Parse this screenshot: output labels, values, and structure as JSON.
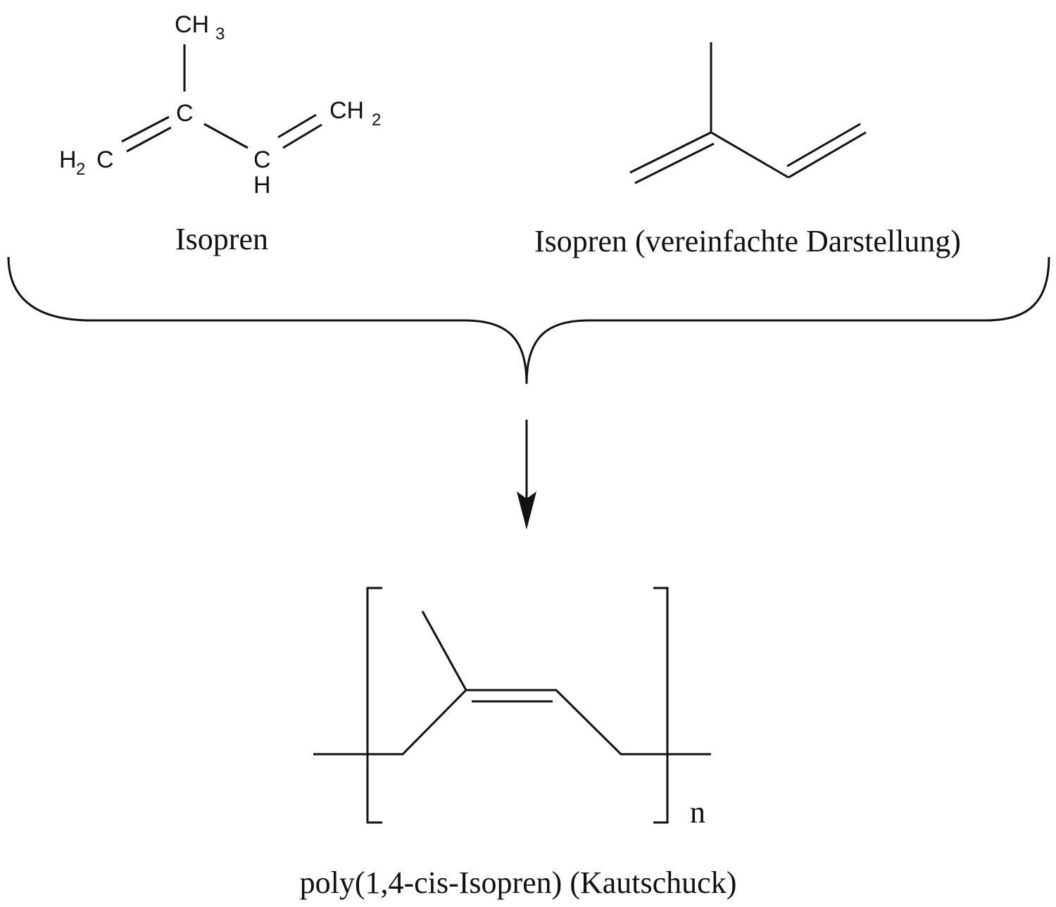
{
  "structures": {
    "isoprene_full": {
      "methyl": [
        "CH",
        "3"
      ],
      "center_c": "C",
      "left_ch2": [
        "H",
        "2",
        "C"
      ],
      "right_ch": "C",
      "right_h": "H",
      "right_ch2": [
        "CH",
        "2"
      ],
      "caption": "Isopren"
    },
    "isoprene_skeletal": {
      "caption": "Isopren (vereinfachte Darstellung)"
    },
    "polymer": {
      "repeat_subscript": "n",
      "caption": "poly(1,4-cis-Isopren) (Kautschuck)"
    }
  }
}
